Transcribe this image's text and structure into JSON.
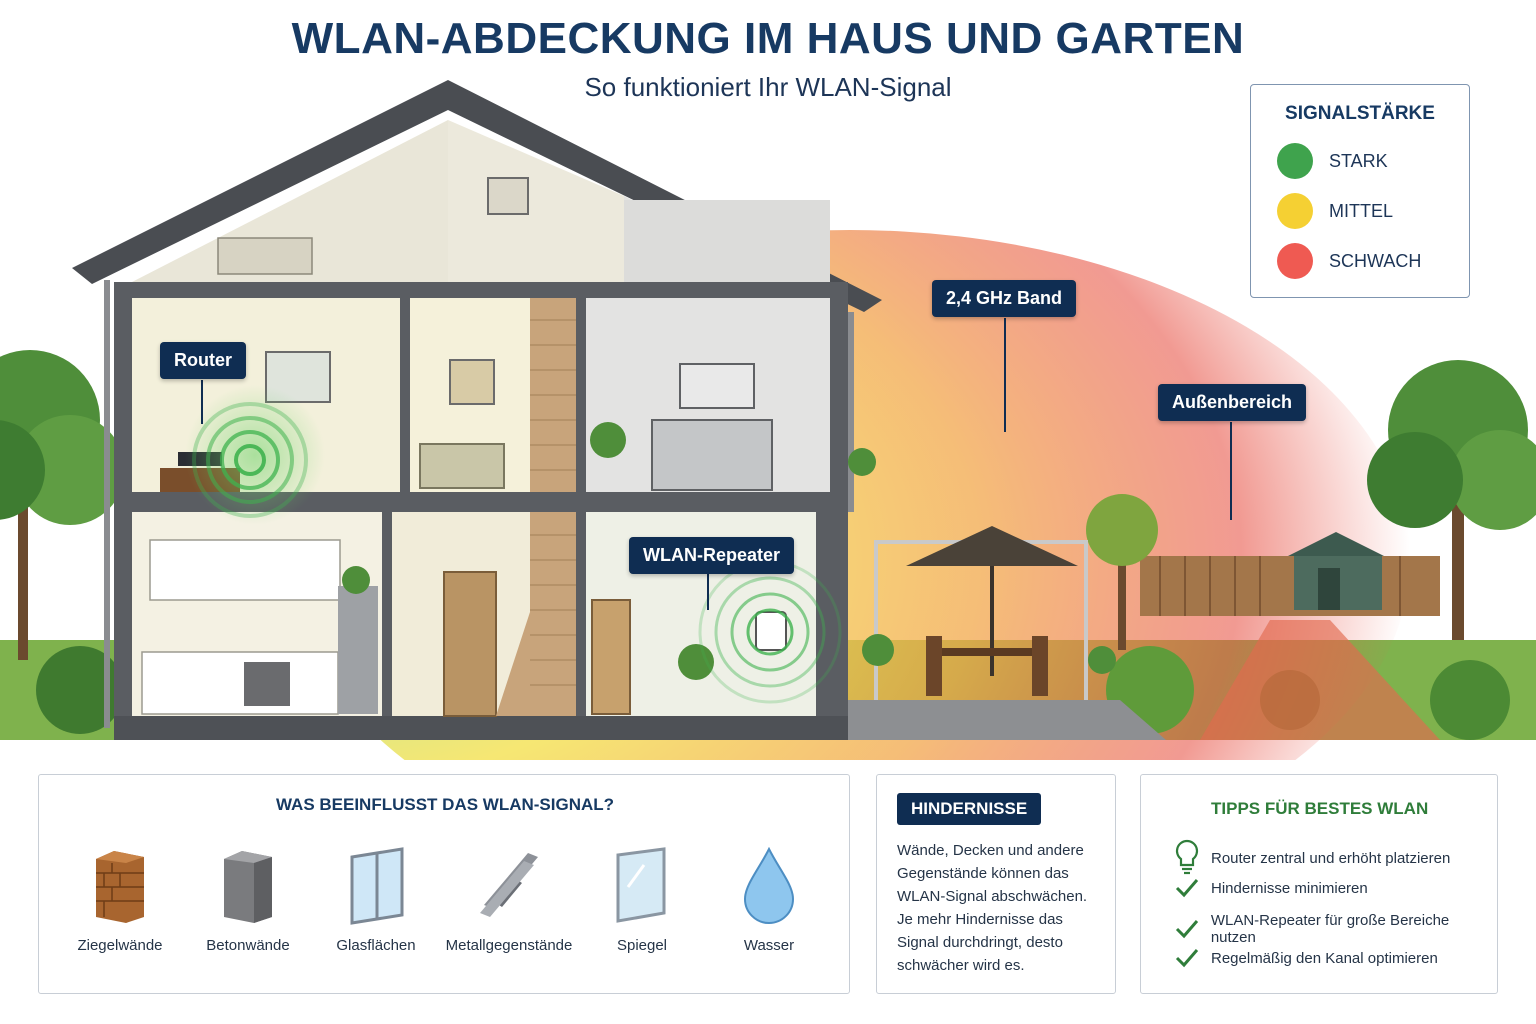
{
  "header": {
    "title": "WLAN-ABDECKUNG IM HAUS UND GARTEN",
    "subtitle": "So funktioniert Ihr WLAN-Signal"
  },
  "labels": {
    "router": "Router",
    "repeater": "WLAN-Repeater",
    "band": "2,4 GHz Band",
    "outdoor": "Außenbereich"
  },
  "legend": {
    "title": "SIGNALSTÄRKE",
    "items": [
      {
        "label": "STARK",
        "color": "#3fa34d"
      },
      {
        "label": "MITTEL",
        "color": "#f5d033"
      },
      {
        "label": "SCHWACH",
        "color": "#ef5a52"
      }
    ]
  },
  "factors": {
    "title": "WAS BEEINFLUSST DAS WLAN-SIGNAL?",
    "items": [
      {
        "label": "Ziegelwände",
        "icon": "brick-wall-icon"
      },
      {
        "label": "Betonwände",
        "icon": "concrete-block-icon"
      },
      {
        "label": "Glasflächen",
        "icon": "window-icon"
      },
      {
        "label": "Metallgegenstände",
        "icon": "steel-beam-icon"
      },
      {
        "label": "Spiegel",
        "icon": "mirror-icon"
      },
      {
        "label": "Wasser",
        "icon": "water-drop-icon"
      }
    ]
  },
  "obstacles": {
    "badge": "HINDERNISSE",
    "text": "Wände, Decken und andere Gegenstände können das WLAN-Signal abschwächen. Je mehr Hindernisse das Signal durchdringt, desto schwächer wird es."
  },
  "tips": {
    "title": "TIPPS FÜR BESTES WLAN",
    "items": [
      {
        "label": "Router zentral und erhöht platzieren",
        "icon": "lightbulb-icon"
      },
      {
        "label": "Hindernisse minimieren",
        "icon": "check-icon"
      },
      {
        "label": "WLAN-Repeater für große Bereiche nutzen",
        "icon": "check-icon"
      },
      {
        "label": "Regelmäßig den Kanal optimieren",
        "icon": "check-icon"
      }
    ]
  },
  "colors": {
    "navy": "#0f2d52",
    "tips_green": "#2f7d3a"
  }
}
